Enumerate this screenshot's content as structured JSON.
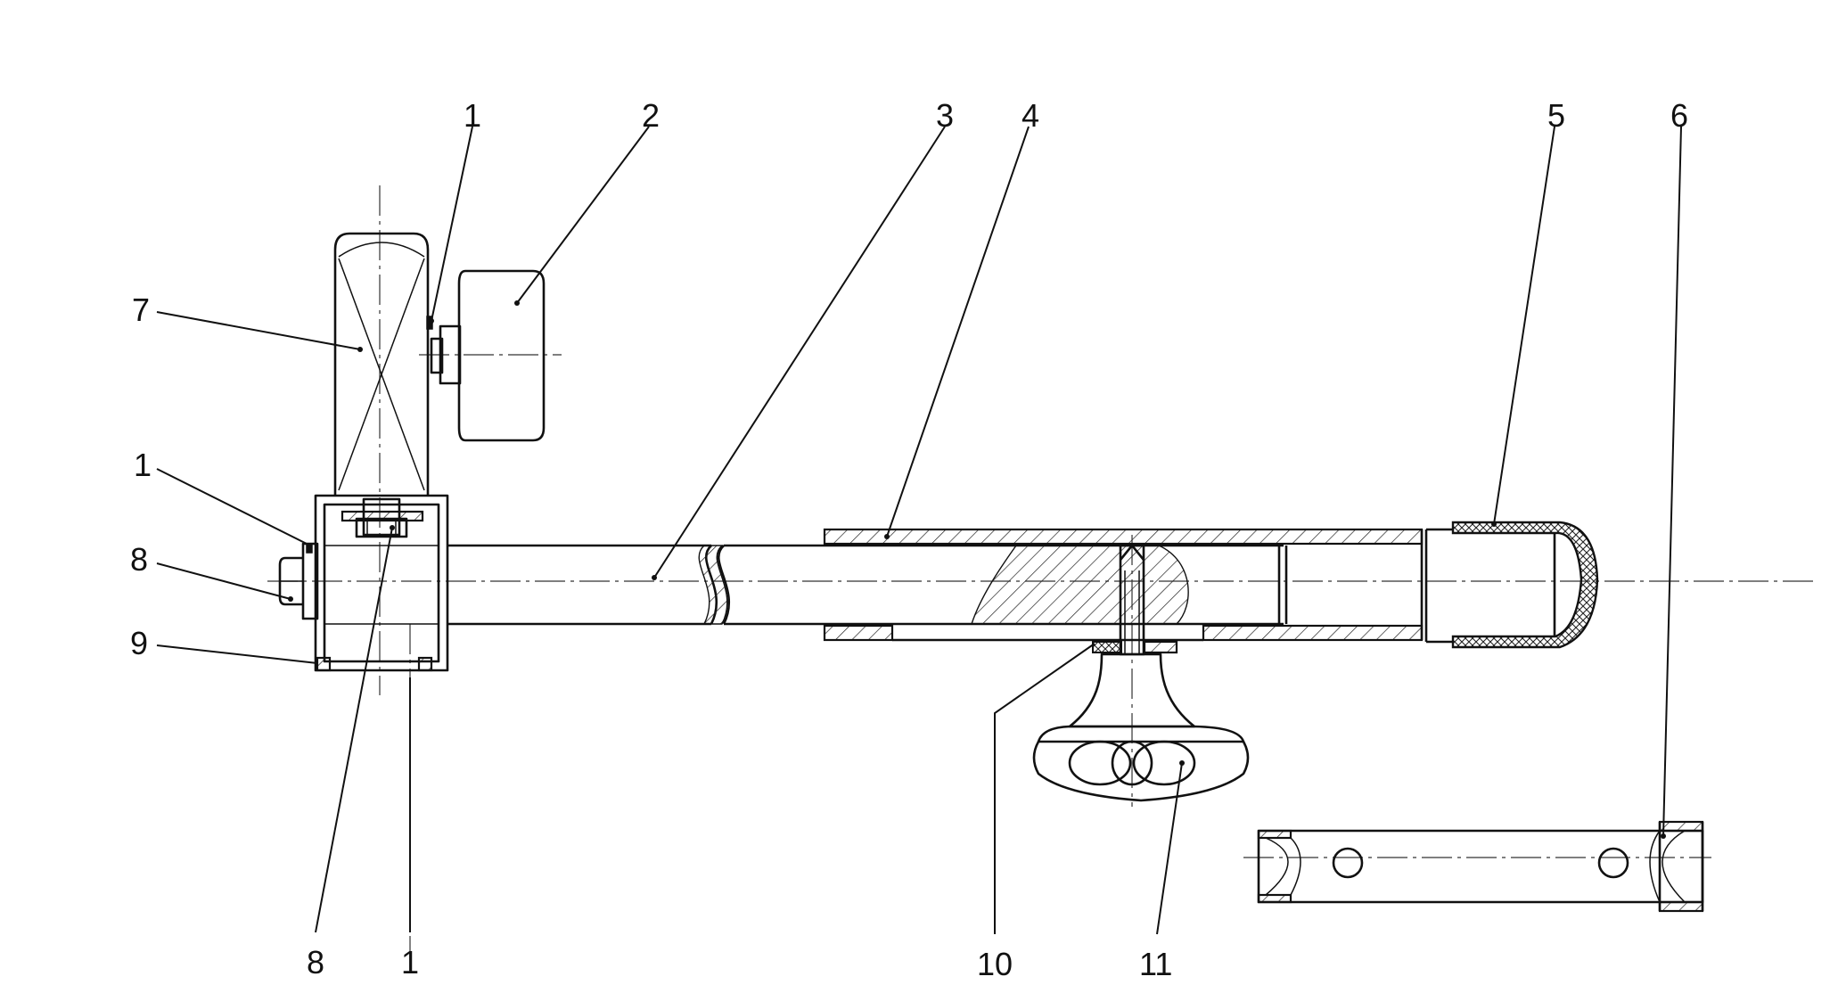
{
  "labels": [
    {
      "id": "1a",
      "text": "1"
    },
    {
      "id": "2",
      "text": "2"
    },
    {
      "id": "3",
      "text": "3"
    },
    {
      "id": "4",
      "text": "4"
    },
    {
      "id": "5",
      "text": "5"
    },
    {
      "id": "6",
      "text": "6"
    },
    {
      "id": "7",
      "text": "7"
    },
    {
      "id": "1b",
      "text": "1"
    },
    {
      "id": "8a",
      "text": "8"
    },
    {
      "id": "9",
      "text": "9"
    },
    {
      "id": "8b",
      "text": "8"
    },
    {
      "id": "1c",
      "text": "1"
    },
    {
      "id": "10",
      "text": "10"
    },
    {
      "id": "11",
      "text": "11"
    }
  ]
}
